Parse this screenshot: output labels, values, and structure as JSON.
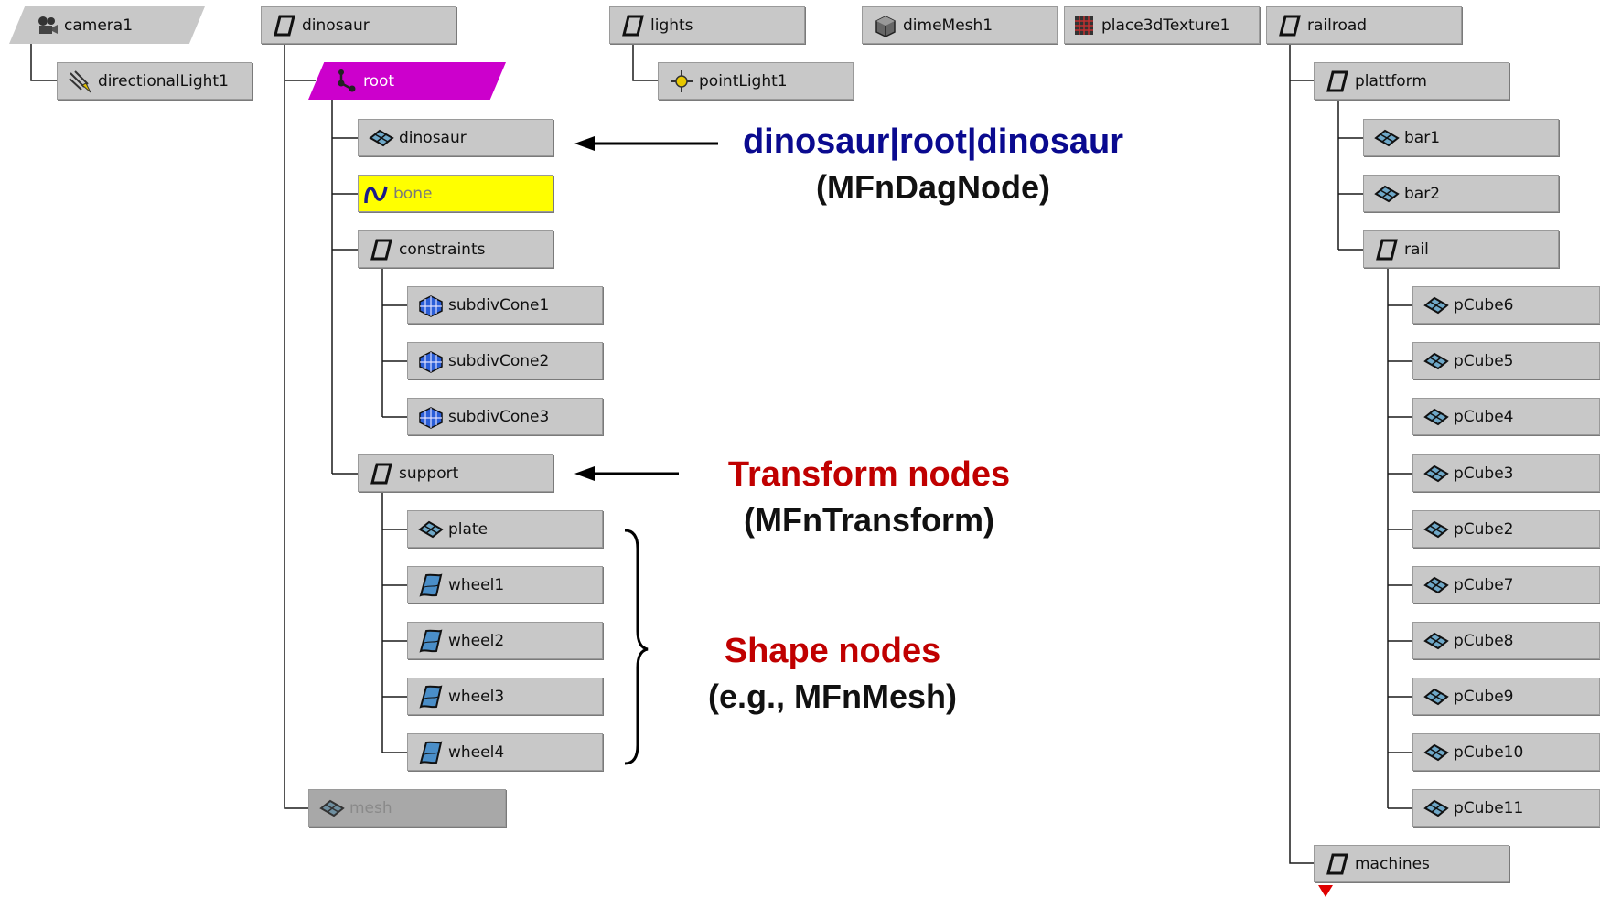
{
  "colors": {
    "selected": "#cc00cc",
    "highlight": "#ffff00",
    "annotation_blue": "#0a0a8f",
    "annotation_red": "#c00000"
  },
  "nodes": {
    "camera1": {
      "label": "camera1",
      "icon": "camera-icon"
    },
    "directionalLight1": {
      "label": "directionalLight1",
      "icon": "directional-light-icon"
    },
    "dinosaur_top": {
      "label": "dinosaur",
      "icon": "transform-icon"
    },
    "root": {
      "label": "root",
      "icon": "joint-icon"
    },
    "dinosaur_mesh": {
      "label": "dinosaur",
      "icon": "mesh-icon"
    },
    "bone": {
      "label": "bone",
      "icon": "curve-icon"
    },
    "constraints": {
      "label": "constraints",
      "icon": "transform-icon"
    },
    "subdivCone1": {
      "label": "subdivCone1",
      "icon": "subdiv-icon"
    },
    "subdivCone2": {
      "label": "subdivCone2",
      "icon": "subdiv-icon"
    },
    "subdivCone3": {
      "label": "subdivCone3",
      "icon": "subdiv-icon"
    },
    "support": {
      "label": "support",
      "icon": "transform-icon"
    },
    "plate": {
      "label": "plate",
      "icon": "mesh-icon"
    },
    "wheel1": {
      "label": "wheel1",
      "icon": "nurbs-icon"
    },
    "wheel2": {
      "label": "wheel2",
      "icon": "nurbs-icon"
    },
    "wheel3": {
      "label": "wheel3",
      "icon": "nurbs-icon"
    },
    "wheel4": {
      "label": "wheel4",
      "icon": "nurbs-icon"
    },
    "mesh": {
      "label": "mesh",
      "icon": "mesh-icon"
    },
    "lights": {
      "label": "lights",
      "icon": "transform-icon"
    },
    "pointLight1": {
      "label": "pointLight1",
      "icon": "point-light-icon"
    },
    "dimeMesh1": {
      "label": "dimeMesh1",
      "icon": "dime-mesh-icon"
    },
    "place3dTexture1": {
      "label": "place3dTexture1",
      "icon": "texture-placement-icon"
    },
    "railroad": {
      "label": "railroad",
      "icon": "transform-icon"
    },
    "plattform": {
      "label": "plattform",
      "icon": "transform-icon"
    },
    "bar1": {
      "label": "bar1",
      "icon": "mesh-icon"
    },
    "bar2": {
      "label": "bar2",
      "icon": "mesh-icon"
    },
    "rail": {
      "label": "rail",
      "icon": "transform-icon"
    },
    "pCube6": {
      "label": "pCube6",
      "icon": "mesh-icon"
    },
    "pCube5": {
      "label": "pCube5",
      "icon": "mesh-icon"
    },
    "pCube4": {
      "label": "pCube4",
      "icon": "mesh-icon"
    },
    "pCube3": {
      "label": "pCube3",
      "icon": "mesh-icon"
    },
    "pCube2": {
      "label": "pCube2",
      "icon": "mesh-icon"
    },
    "pCube7": {
      "label": "pCube7",
      "icon": "mesh-icon"
    },
    "pCube8": {
      "label": "pCube8",
      "icon": "mesh-icon"
    },
    "pCube9": {
      "label": "pCube9",
      "icon": "mesh-icon"
    },
    "pCube10": {
      "label": "pCube10",
      "icon": "mesh-icon"
    },
    "pCube11": {
      "label": "pCube11",
      "icon": "mesh-icon"
    },
    "machines": {
      "label": "machines",
      "icon": "transform-icon"
    }
  },
  "annotations": {
    "dag": {
      "title": "dinosaur|root|dinosaur",
      "subtitle": "(MFnDagNode)"
    },
    "transform": {
      "title": "Transform nodes",
      "subtitle": "(MFnTransform)"
    },
    "shape": {
      "title": "Shape nodes",
      "subtitle": "(e.g., MFnMesh)"
    }
  }
}
